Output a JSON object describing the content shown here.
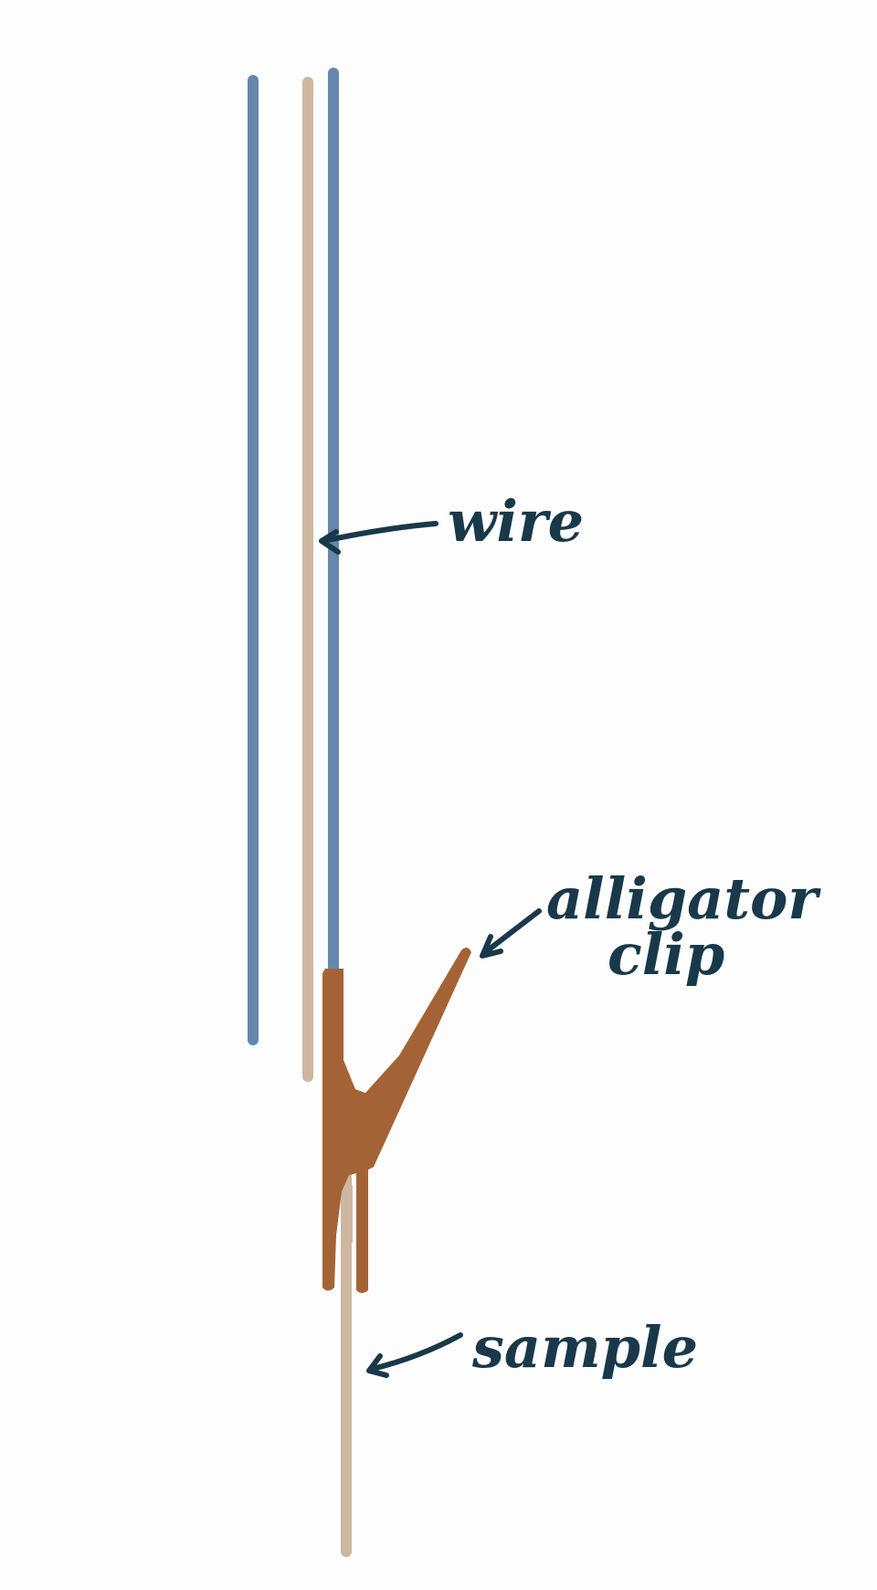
{
  "labels": {
    "wire": "wire",
    "alligator_line1": "alligator",
    "alligator_line2": "clip",
    "sample": "sample"
  },
  "colors": {
    "background": "#fdfdfd",
    "wire_blue": "#6587ad",
    "wire_tan": "#cdb7a0",
    "sample_rod": "#cdb7a0",
    "clip_copper": "#a46336",
    "annotation_ink": "#19394a"
  }
}
